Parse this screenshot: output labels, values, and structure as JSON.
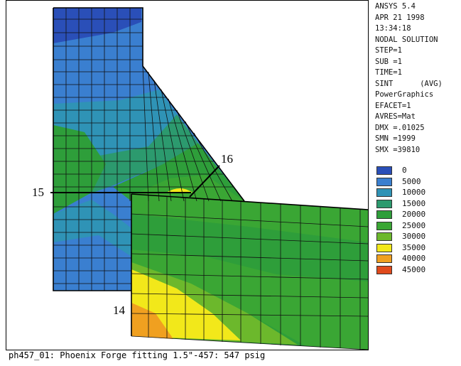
{
  "info_lines": [
    "ANSYS 5.4",
    "APR 21 1998",
    "13:34:18",
    "NODAL SOLUTION",
    "STEP=1",
    "SUB =1",
    "TIME=1",
    "SINT      (AVG)",
    "PowerGraphics",
    "EFACET=1",
    "AVRES=Mat",
    "DMX =.01025",
    "SMN =1999",
    "SMX =39810"
  ],
  "legend": [
    {
      "label": "0",
      "color": "#2a4fb8"
    },
    {
      "label": "5000",
      "color": "#3a7fd0"
    },
    {
      "label": "10000",
      "color": "#2f93b6"
    },
    {
      "label": "15000",
      "color": "#2c9a6e"
    },
    {
      "label": "20000",
      "color": "#2e9e3a"
    },
    {
      "label": "25000",
      "color": "#3aa634"
    },
    {
      "label": "30000",
      "color": "#6cb82c"
    },
    {
      "label": "35000",
      "color": "#f2e81a"
    },
    {
      "label": "40000",
      "color": "#f0a020"
    },
    {
      "label": "45000",
      "color": "#e04a1c"
    }
  ],
  "callouts": {
    "c15": "15",
    "c16": "16",
    "c14": "14"
  },
  "caption": "ph457_01: Phoenix Forge fitting 1.5\"-457: 547 psig"
}
